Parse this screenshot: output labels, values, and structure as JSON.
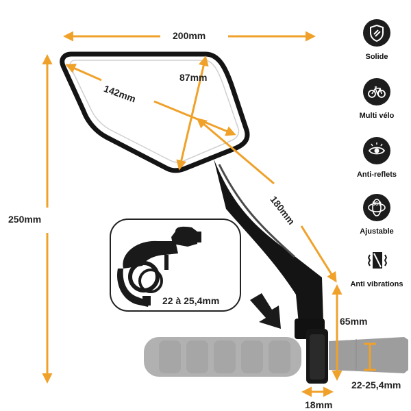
{
  "dimensions": {
    "width": "200mm",
    "height": "250mm",
    "diag": "142mm",
    "depth": "87mm",
    "arm": "180mm",
    "clamp_h": "65mm",
    "bar_dia": "22-25,4mm",
    "clamp_w": "18mm"
  },
  "inset": {
    "label": "22 à 25,4mm"
  },
  "features": [
    {
      "icon": "shield-icon",
      "label": "Solide"
    },
    {
      "icon": "bicycle-icon",
      "label": "Multi vélo"
    },
    {
      "icon": "eye-icon",
      "label": "Anti-reflets"
    },
    {
      "icon": "rotate-360-icon",
      "label": "Ajustable"
    },
    {
      "icon": "vibration-icon",
      "label": "Anti vibrations"
    }
  ],
  "colors": {
    "accent": "#F0A12A",
    "dark": "#1d1d1d",
    "grip": "#a9a9a9"
  }
}
